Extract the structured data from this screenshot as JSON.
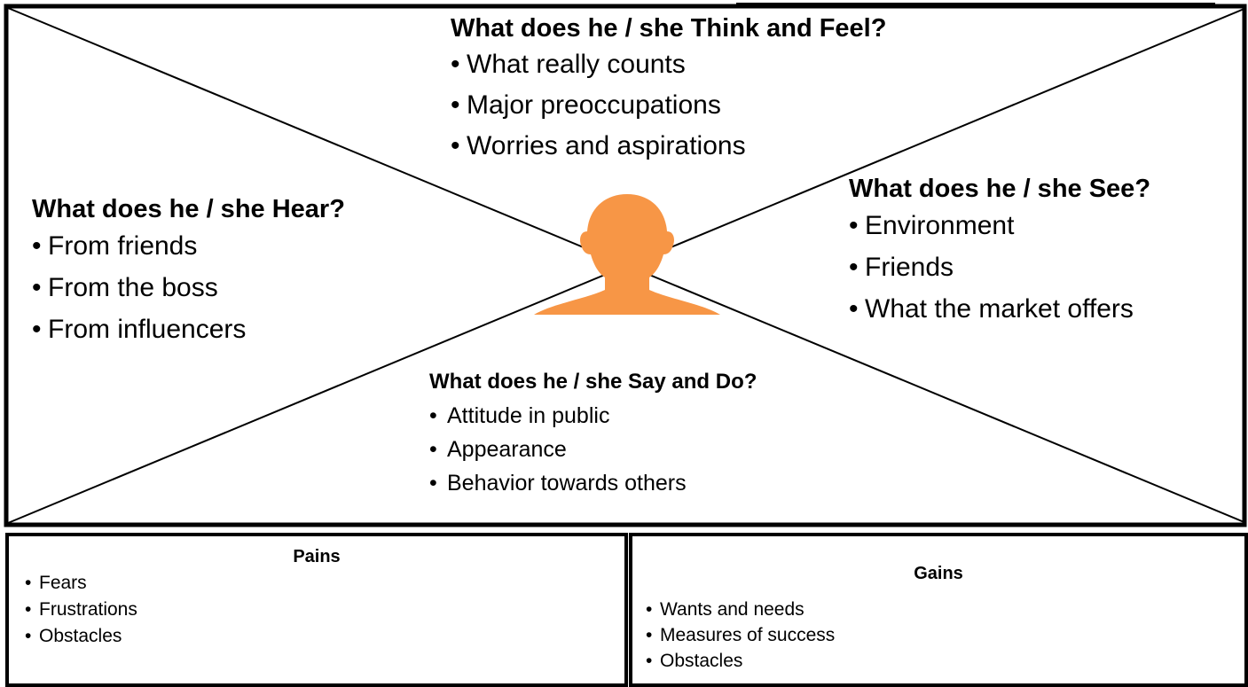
{
  "think_feel": {
    "title": "What does he / she Think and Feel?",
    "items": [
      "What really counts",
      "Major preoccupations",
      "Worries and aspirations"
    ]
  },
  "hear": {
    "title": "What does he / she Hear?",
    "items": [
      "From friends",
      "From the boss",
      "From influencers"
    ]
  },
  "see": {
    "title": "What does he / she See?",
    "items": [
      "Environment",
      "Friends",
      "What the market offers"
    ]
  },
  "say_do": {
    "title": "What does he / she Say and Do?",
    "items": [
      "Attitude in public",
      "Appearance",
      "Behavior towards others"
    ]
  },
  "pains": {
    "title": "Pains",
    "items": [
      "Fears",
      "Frustrations",
      "Obstacles"
    ]
  },
  "gains": {
    "title": "Gains",
    "items": [
      "Wants and needs",
      "Measures of success",
      "Obstacles"
    ]
  },
  "colors": {
    "person": "#F79646",
    "lines": "#000000"
  }
}
